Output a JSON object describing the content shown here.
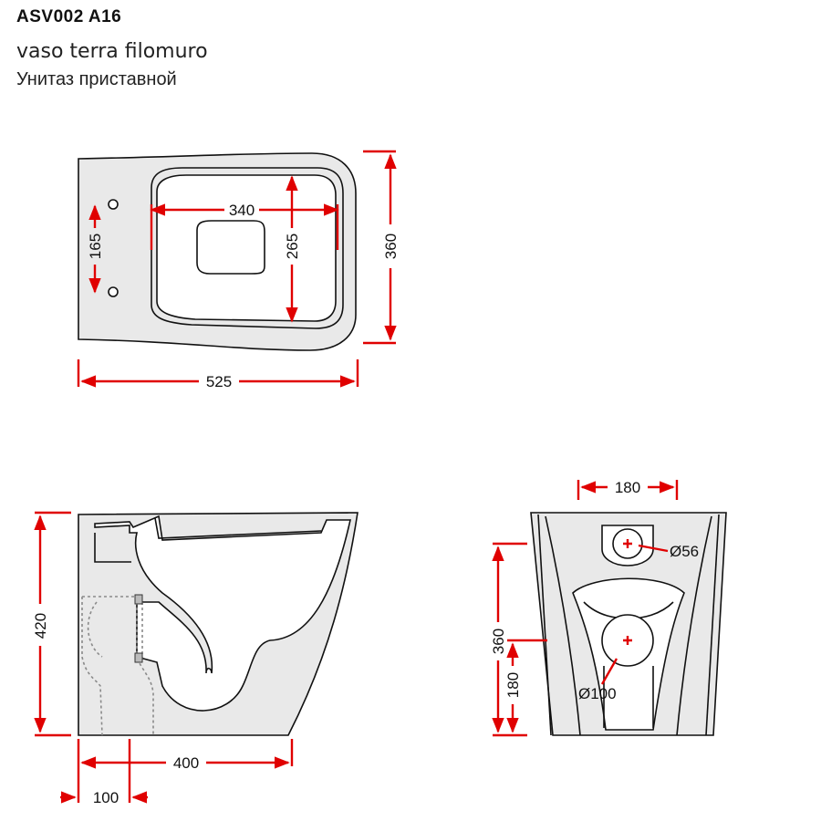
{
  "header": {
    "code": "ASV002 A16",
    "name_it": "vaso terra filomuro",
    "name_ru": "Унитаз приставной"
  },
  "top_view": {
    "width": "340",
    "depth": "265",
    "fixing_distance": "165",
    "height": "360",
    "length": "525"
  },
  "side_view": {
    "height": "420",
    "depth": "400",
    "offset": "100"
  },
  "rear_view": {
    "width": "180",
    "inlet_diameter": "Ø56",
    "height": "360",
    "outlet_height": "180",
    "outlet_diameter": "Ø100"
  },
  "colors": {
    "dimension": "#e00000",
    "outline": "#111111",
    "surface": "#e9e9e9"
  }
}
